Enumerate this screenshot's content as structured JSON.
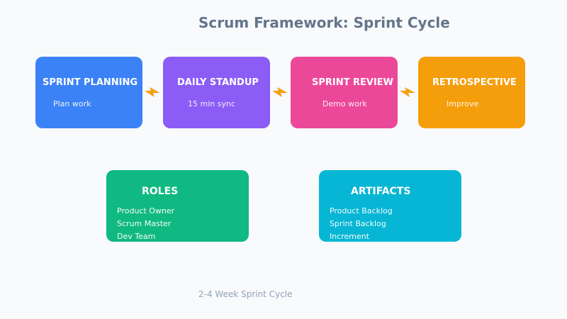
{
  "title": "Scrum Framework: Sprint Cycle",
  "colors": {
    "planning": "#3b82f6",
    "standup": "#8b5cf6",
    "review": "#ec4899",
    "retro": "#f59e0b",
    "roles": "#10b981",
    "artifacts": "#06b6d4",
    "arrow": "#f59e0b"
  },
  "phases": [
    {
      "label": "SPRINT PLANNING",
      "sub": "Plan work"
    },
    {
      "label": "DAILY STANDUP",
      "sub": "15 min sync"
    },
    {
      "label": "SPRINT REVIEW",
      "sub": "Demo work"
    },
    {
      "label": "RETROSPECTIVE",
      "sub": "Improve"
    }
  ],
  "roles": {
    "label": "ROLES",
    "items": [
      "Product Owner",
      "Scrum Master",
      "Dev Team"
    ]
  },
  "artifacts": {
    "label": "ARTIFACTS",
    "items": [
      "Product Backlog",
      "Sprint Backlog",
      "Increment"
    ]
  },
  "footer": "2-4 Week Sprint Cycle"
}
